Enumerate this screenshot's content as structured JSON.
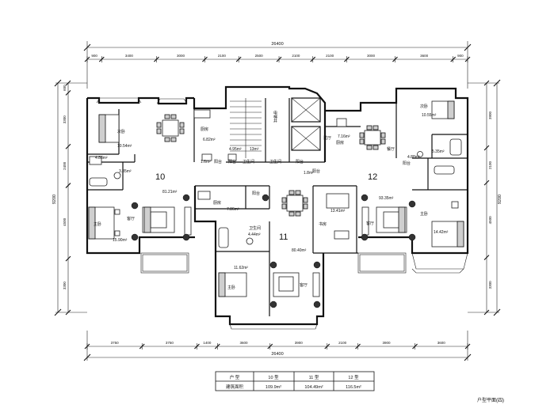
{
  "dimensions": {
    "top_total": "26400",
    "top_segments": [
      "900",
      "3400",
      "3000",
      "2100",
      "2500",
      "2100",
      "2100",
      "3000",
      "3600",
      "900"
    ],
    "bottom_total": "26400",
    "bottom_segments": [
      "3750",
      "3750",
      "1400",
      "3600",
      "3900",
      "2100",
      "3900",
      "3600"
    ],
    "left_total": "9200",
    "left_segments": [
      "600",
      "3300",
      "2400",
      "4500",
      "3300"
    ],
    "right_total": "9200",
    "right_segments": [
      "3900",
      "2100",
      "4500",
      "3300"
    ]
  },
  "units": [
    {
      "number": "10",
      "total_area": "81.21m²"
    },
    {
      "number": "11",
      "total_area": "80.40m²"
    },
    {
      "number": "12",
      "total_area": "93.35m²"
    }
  ],
  "rooms": {
    "u10_bedroom2": {
      "name": "次卧",
      "area": "10.54m²"
    },
    "u10_kitchen": {
      "name": "厨房",
      "area": "6.82m²"
    },
    "u10_master": {
      "name": "主卧",
      "area": "15.90m²"
    },
    "u10_living": {
      "name": "客厅"
    },
    "u10_bath_a": {
      "area": "4.88m²"
    },
    "u10_bath_b": {
      "area": "3.85m²"
    },
    "core_bath": {
      "area": "4.95m²"
    },
    "core_stair_area": {
      "area": "13m²"
    },
    "core_area_a": {
      "area": "1.6m²"
    },
    "core_area_b": {
      "area": "1.8m²"
    },
    "core_label_a": "阳台",
    "core_label_b": "阳台",
    "core_label_c": "卫生间",
    "core_label_d": "卫生间",
    "core_label_e": "阳台",
    "core_label_f": "阳台",
    "elev_label": "电梯井",
    "u11_kitchen": {
      "name": "厨房",
      "area": "7.86m²"
    },
    "u11_bath": {
      "name": "卫生间",
      "area": "4.44m²"
    },
    "u11_balcony": {
      "name": "阳台"
    },
    "u11_master": {
      "name": "主卧",
      "area": "11.62m²"
    },
    "u11_living": {
      "name": "客厅"
    },
    "u11_study": {
      "name": "书房",
      "area": "13.41m²"
    },
    "u12_kitchen": {
      "name": "厨房",
      "area": "7.16m²"
    },
    "u12_dining": {
      "name": "餐厅"
    },
    "u12_bedroom2": {
      "name": "次卧",
      "area": "10.55m²"
    },
    "u12_bath_a": {
      "area": "4.88m²"
    },
    "u12_bath_b": {
      "area": "5.35m²"
    },
    "u12_balcony": {
      "name": "阳台"
    },
    "u12_living": {
      "name": "客厅"
    },
    "u12_master": {
      "name": "主卧",
      "area": "14.42m²"
    },
    "u12_hall": {
      "name": "过厅"
    }
  },
  "table": {
    "headers": [
      "户 型",
      "10 型",
      "11 型",
      "12 型"
    ],
    "row_label": "建筑面积",
    "row_values": [
      "109.9m²",
      "104.49m²",
      "116.5m²"
    ]
  },
  "caption": "户型平面(四)"
}
